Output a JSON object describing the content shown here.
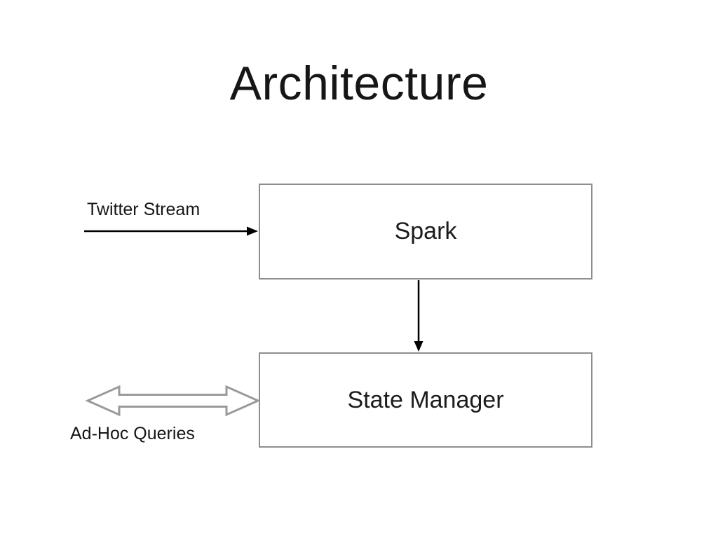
{
  "slide": {
    "title": "Architecture",
    "background": "#ffffff"
  },
  "diagram": {
    "nodes": [
      {
        "id": "spark",
        "label": "Spark"
      },
      {
        "id": "state-manager",
        "label": "State Manager"
      }
    ],
    "labels": [
      {
        "id": "twitter-stream",
        "text": "Twitter Stream"
      },
      {
        "id": "ad-hoc-queries",
        "text": "Ad-Hoc Queries"
      }
    ],
    "edges": [
      {
        "from": "Twitter Stream",
        "to": "Spark",
        "style": "solid-arrow",
        "direction": "right"
      },
      {
        "from": "Spark",
        "to": "State Manager",
        "style": "solid-arrow",
        "direction": "down"
      },
      {
        "from": "State Manager",
        "to": "Ad-Hoc Queries",
        "style": "outlined-double-arrow",
        "direction": "both"
      }
    ],
    "colors": {
      "node_border": "#8b8f93",
      "node_fill": "#ffffff",
      "arrow_black": "#000000",
      "double_arrow_stroke": "#9a9a9a",
      "double_arrow_fill": "#ffffff",
      "text": "#161616"
    }
  }
}
